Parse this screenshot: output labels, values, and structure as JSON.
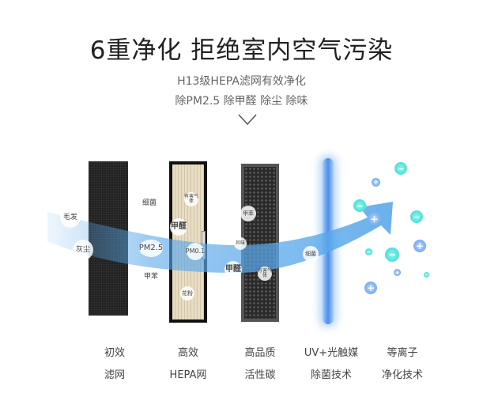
{
  "headline": "6重净化  拒绝室内空气污染",
  "subtitle_1": "H13级HEPA滤网有效净化",
  "subtitle_2": "除PM2.5  除甲醛  除尘  除味",
  "pollutants": [
    "毛发",
    "灰尘",
    "细菌",
    "PM2.5",
    "甲苯",
    "有害气体",
    "甲醛",
    "PM0.1",
    "花粉",
    "甲苯",
    "异味",
    "甲醛",
    "有害气体",
    "细菌"
  ],
  "stages": [
    {
      "line1": "初效",
      "line2": "滤网"
    },
    {
      "line1": "高效",
      "line2": "HEPA网"
    },
    {
      "line1": "高品质",
      "line2": "活性碳"
    },
    {
      "line1": "UV+光触媒",
      "line2": "除菌技术"
    },
    {
      "line1": "等离子",
      "line2": "净化技术"
    }
  ],
  "ions": {
    "negative": "−",
    "positive": "+"
  },
  "colors": {
    "stream": "#5aa8ea",
    "negative_ion": "#2fd6d0",
    "positive_ion": "#5c9ae8",
    "uv": "#4a8fe8"
  },
  "icons": [
    "chevron-down-icon"
  ]
}
